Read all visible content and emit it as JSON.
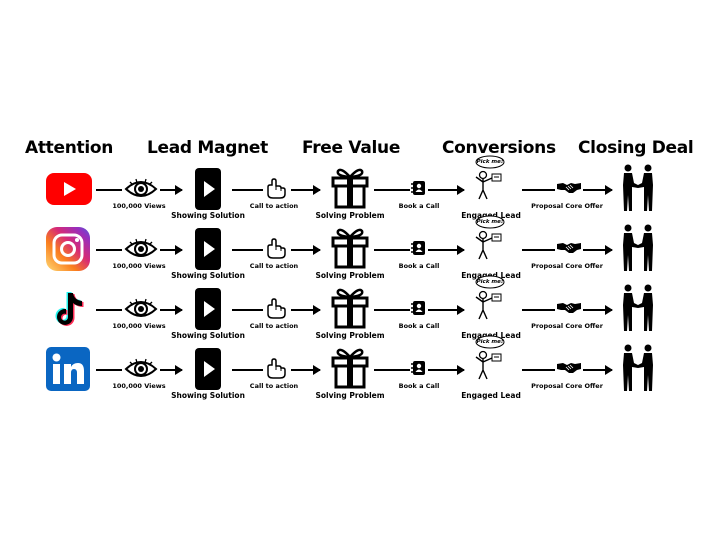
{
  "headers": [
    "Attention",
    "Lead Magnet",
    "Free Value",
    "Conversions",
    "Closing Deal"
  ],
  "labels": {
    "views": "100,000 Views",
    "showing": "Showing Solution",
    "cta": "Call to action",
    "solving": "Solving Problem",
    "book": "Book a Call",
    "engaged": "Engaged Lead",
    "proposal": "Proposal Core Offer",
    "pick": "Pick me!"
  },
  "rows": [
    {
      "platform": "YouTube",
      "icon": "youtube-icon"
    },
    {
      "platform": "Instagram",
      "icon": "instagram-icon"
    },
    {
      "platform": "TikTok",
      "icon": "tiktok-icon"
    },
    {
      "platform": "LinkedIn",
      "icon": "linkedin-icon"
    }
  ],
  "colors": {
    "youtube": "#ff0000",
    "linkedin": "#0a66c2",
    "tiktok_cyan": "#25f4ee",
    "tiktok_pink": "#fe2c55"
  }
}
